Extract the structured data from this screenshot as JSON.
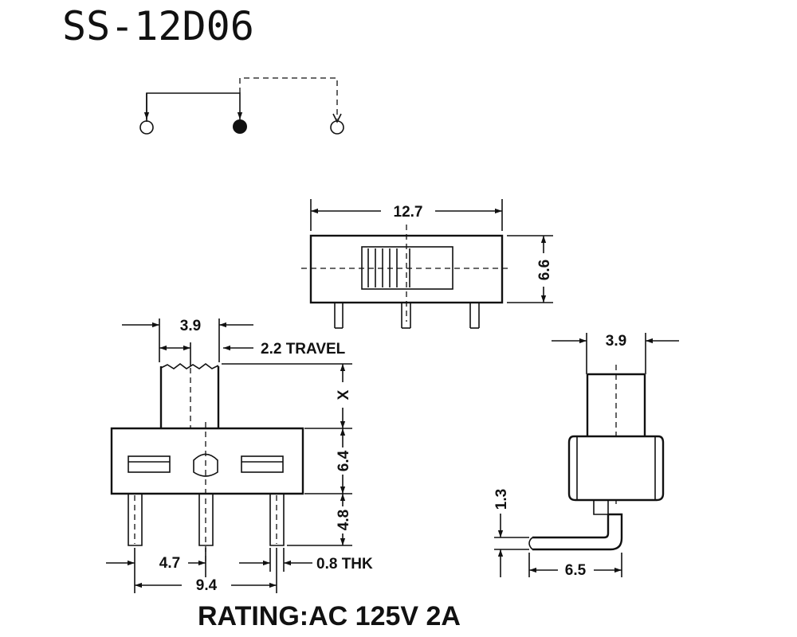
{
  "title": "SS-12D06",
  "rating": "RATING:AC 125V 2A",
  "dimensions": {
    "top_width": "12.7",
    "top_height": "6.6",
    "actuator_width": "3.9",
    "travel": "2.2 TRAVEL",
    "actuator_height": "X",
    "body_height": "6.4",
    "pin_length": "4.8",
    "pin_pitch": "4.7",
    "pin_span": "9.4",
    "pin_thickness": "0.8 THK",
    "side_actuator_width": "3.9",
    "side_offset": "1.3",
    "side_bend": "6.5"
  }
}
